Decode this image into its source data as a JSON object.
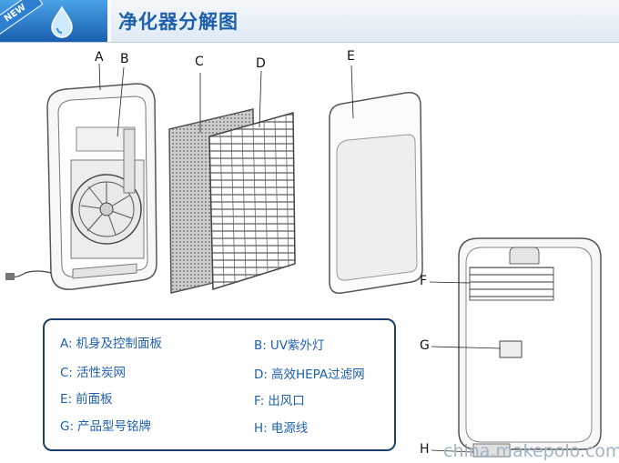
{
  "header": {
    "badge": "NEW",
    "title": "净化器分解图"
  },
  "callouts": {
    "A": "A",
    "B": "B",
    "C": "C",
    "D": "D",
    "E": "E",
    "F": "F",
    "G": "G",
    "H": "H"
  },
  "legend": {
    "items": [
      {
        "code": "A:",
        "label": "机身及控制面板"
      },
      {
        "code": "B:",
        "label": "UV紫外灯"
      },
      {
        "code": "C:",
        "label": "活性炭网"
      },
      {
        "code": "D:",
        "label": "高效HEPA过滤网"
      },
      {
        "code": "E:",
        "label": "前面板"
      },
      {
        "code": "F:",
        "label": "出风口"
      },
      {
        "code": "G:",
        "label": "产品型号铭牌"
      },
      {
        "code": "H:",
        "label": "电源线"
      }
    ]
  },
  "watermark": "china.makepolo.com",
  "colors": {
    "accent": "#1e5fae",
    "header_blue": "#2d7fd3",
    "legend_border": "#1e3f6e"
  }
}
